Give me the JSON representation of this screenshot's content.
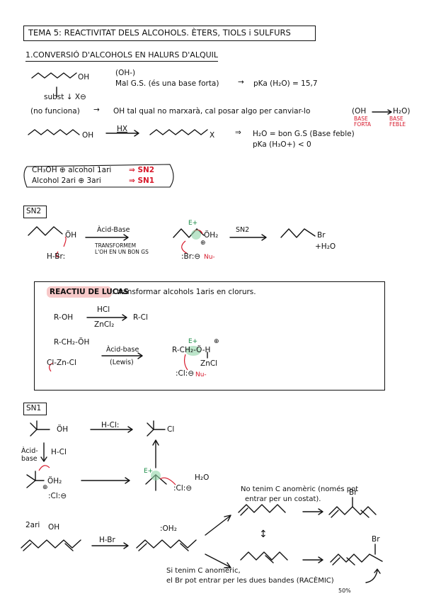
{
  "title": "TEMA 5: REACTIVITAT DELS ALCOHOLS. ÈTERS, TIOLS i SULFURS",
  "section1": {
    "heading": "1.CONVERSIÓ D'ALCOHOLS EN HALURS D'ALQUIL",
    "oh_label": "OH",
    "oh_minus": "(OH-)",
    "bad_gs": "Mal G.S. (és una base forta)",
    "arrow1": "→",
    "pka_h2o": "pKa (H₂O) = 15,7",
    "subst": "subst ↓ X⊖",
    "no_funciona": "(no funciona)",
    "arrow2": "→",
    "explanation": "OH tal qual no marxarà, cal posar algo per canviar-lo",
    "conv_from": "(OH",
    "conv_to": "H₂O)",
    "base_forta": "BASE FORTA",
    "base_feble": "BASE FEBLE",
    "reagent_hx": "HX",
    "x_label": "X",
    "implies1": "⇒",
    "h2o_good": "H₂O = bon G.S (Base feble)",
    "pka_h3o": "pKa (H₃O+) < 0",
    "rule1": "CH₃OH ⊕ alcohol 1ari",
    "rule1_result": "⇒ SN2",
    "rule2": "Alcohol 2ari ⊕ 3ari",
    "rule2_result": "⇒ SN1"
  },
  "sn2": {
    "heading": "SN2",
    "oh": "ÖH",
    "hbr": "H-Br:",
    "step1_label": "Àcid-Base",
    "step1_note1": "TRANSFORMEM",
    "step1_note2": "L'OH EN UN BON GS",
    "e_plus": "E+",
    "oh2": "ÖH₂",
    "plus": "⊕",
    "br_minus": ":Br:⊖",
    "nu": "Nu-",
    "step2_label": "SN2",
    "product_br": "Br",
    "product_h2o": "+H₂O"
  },
  "lucas": {
    "heading": "REACTIU DE LUCAS",
    "desc": ": transformar alcohols 1aris en clorurs.",
    "roh": "R-OH",
    "reagent_top": "HCl",
    "reagent_bottom": "ZnCl₂",
    "rcl": "R-Cl",
    "rch2oh": "R-CH₂-ÖH",
    "clzncl": "Cl-Zn-Cl",
    "step_label": "Àcid-base",
    "step_sub": "(Lewis)",
    "e_plus": "E+",
    "complex": "R-CH₂-Ö-H",
    "zncl": "ZnCl",
    "plus": "⊕",
    "cl_minus": ":Cl:⊖",
    "nu": "Nu-"
  },
  "sn1": {
    "heading": "SN1",
    "oh": "ÖH",
    "reagent_hcl": "H-Cl:",
    "product_cl": "Cl",
    "acid_base": "Àcid-base",
    "hcl_down": "H-Cl",
    "oh2": "ÖH₂",
    "plus": "⊕",
    "cl_minus_1": ":Cl:⊖",
    "e_plus": "E+",
    "h2o": "H₂O",
    "cl_minus_2": ":Cl:⊖",
    "note_top1": "No tenim C anomèric (només pot",
    "note_top2": "entrar per un costat).",
    "secondary": "2ari",
    "oh_sec": "OH",
    "reagent_hbr": "H-Br",
    "oh2_sec": ":OH₂",
    "br_top": "Br",
    "br_bottom": "Br",
    "resonance": "↕",
    "note_bot1": "Si tenim C anomèric,",
    "note_bot2": "el Br pot entrar per les dues bandes (RACÈMIC)",
    "percent": "50%"
  }
}
